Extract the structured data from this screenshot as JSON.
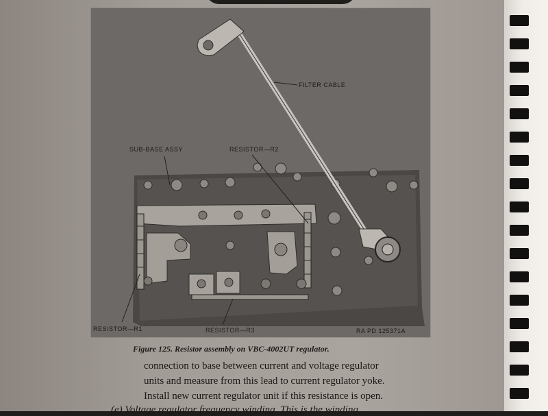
{
  "figure": {
    "callouts": {
      "filter_cable": "FILTER CABLE",
      "sub_base_assy": "SUB-BASE ASSY",
      "resistor_r2": "RESISTOR—R2",
      "resistor_r1": "RESISTOR—R1",
      "resistor_r3": "RESISTOR—R3",
      "ra_pd": "RA PD 125371A"
    },
    "caption": "Figure 125. Resistor assembly on VBC-4002UT regulator."
  },
  "body_text": {
    "line1": "connection to base between current and voltage regulator",
    "line2": "units and measure from this lead to current regulator yoke.",
    "line3": "Install new current regulator unit if this resistance is open.",
    "line4": "(e) Voltage regulator frequency winding. This is the winding"
  }
}
